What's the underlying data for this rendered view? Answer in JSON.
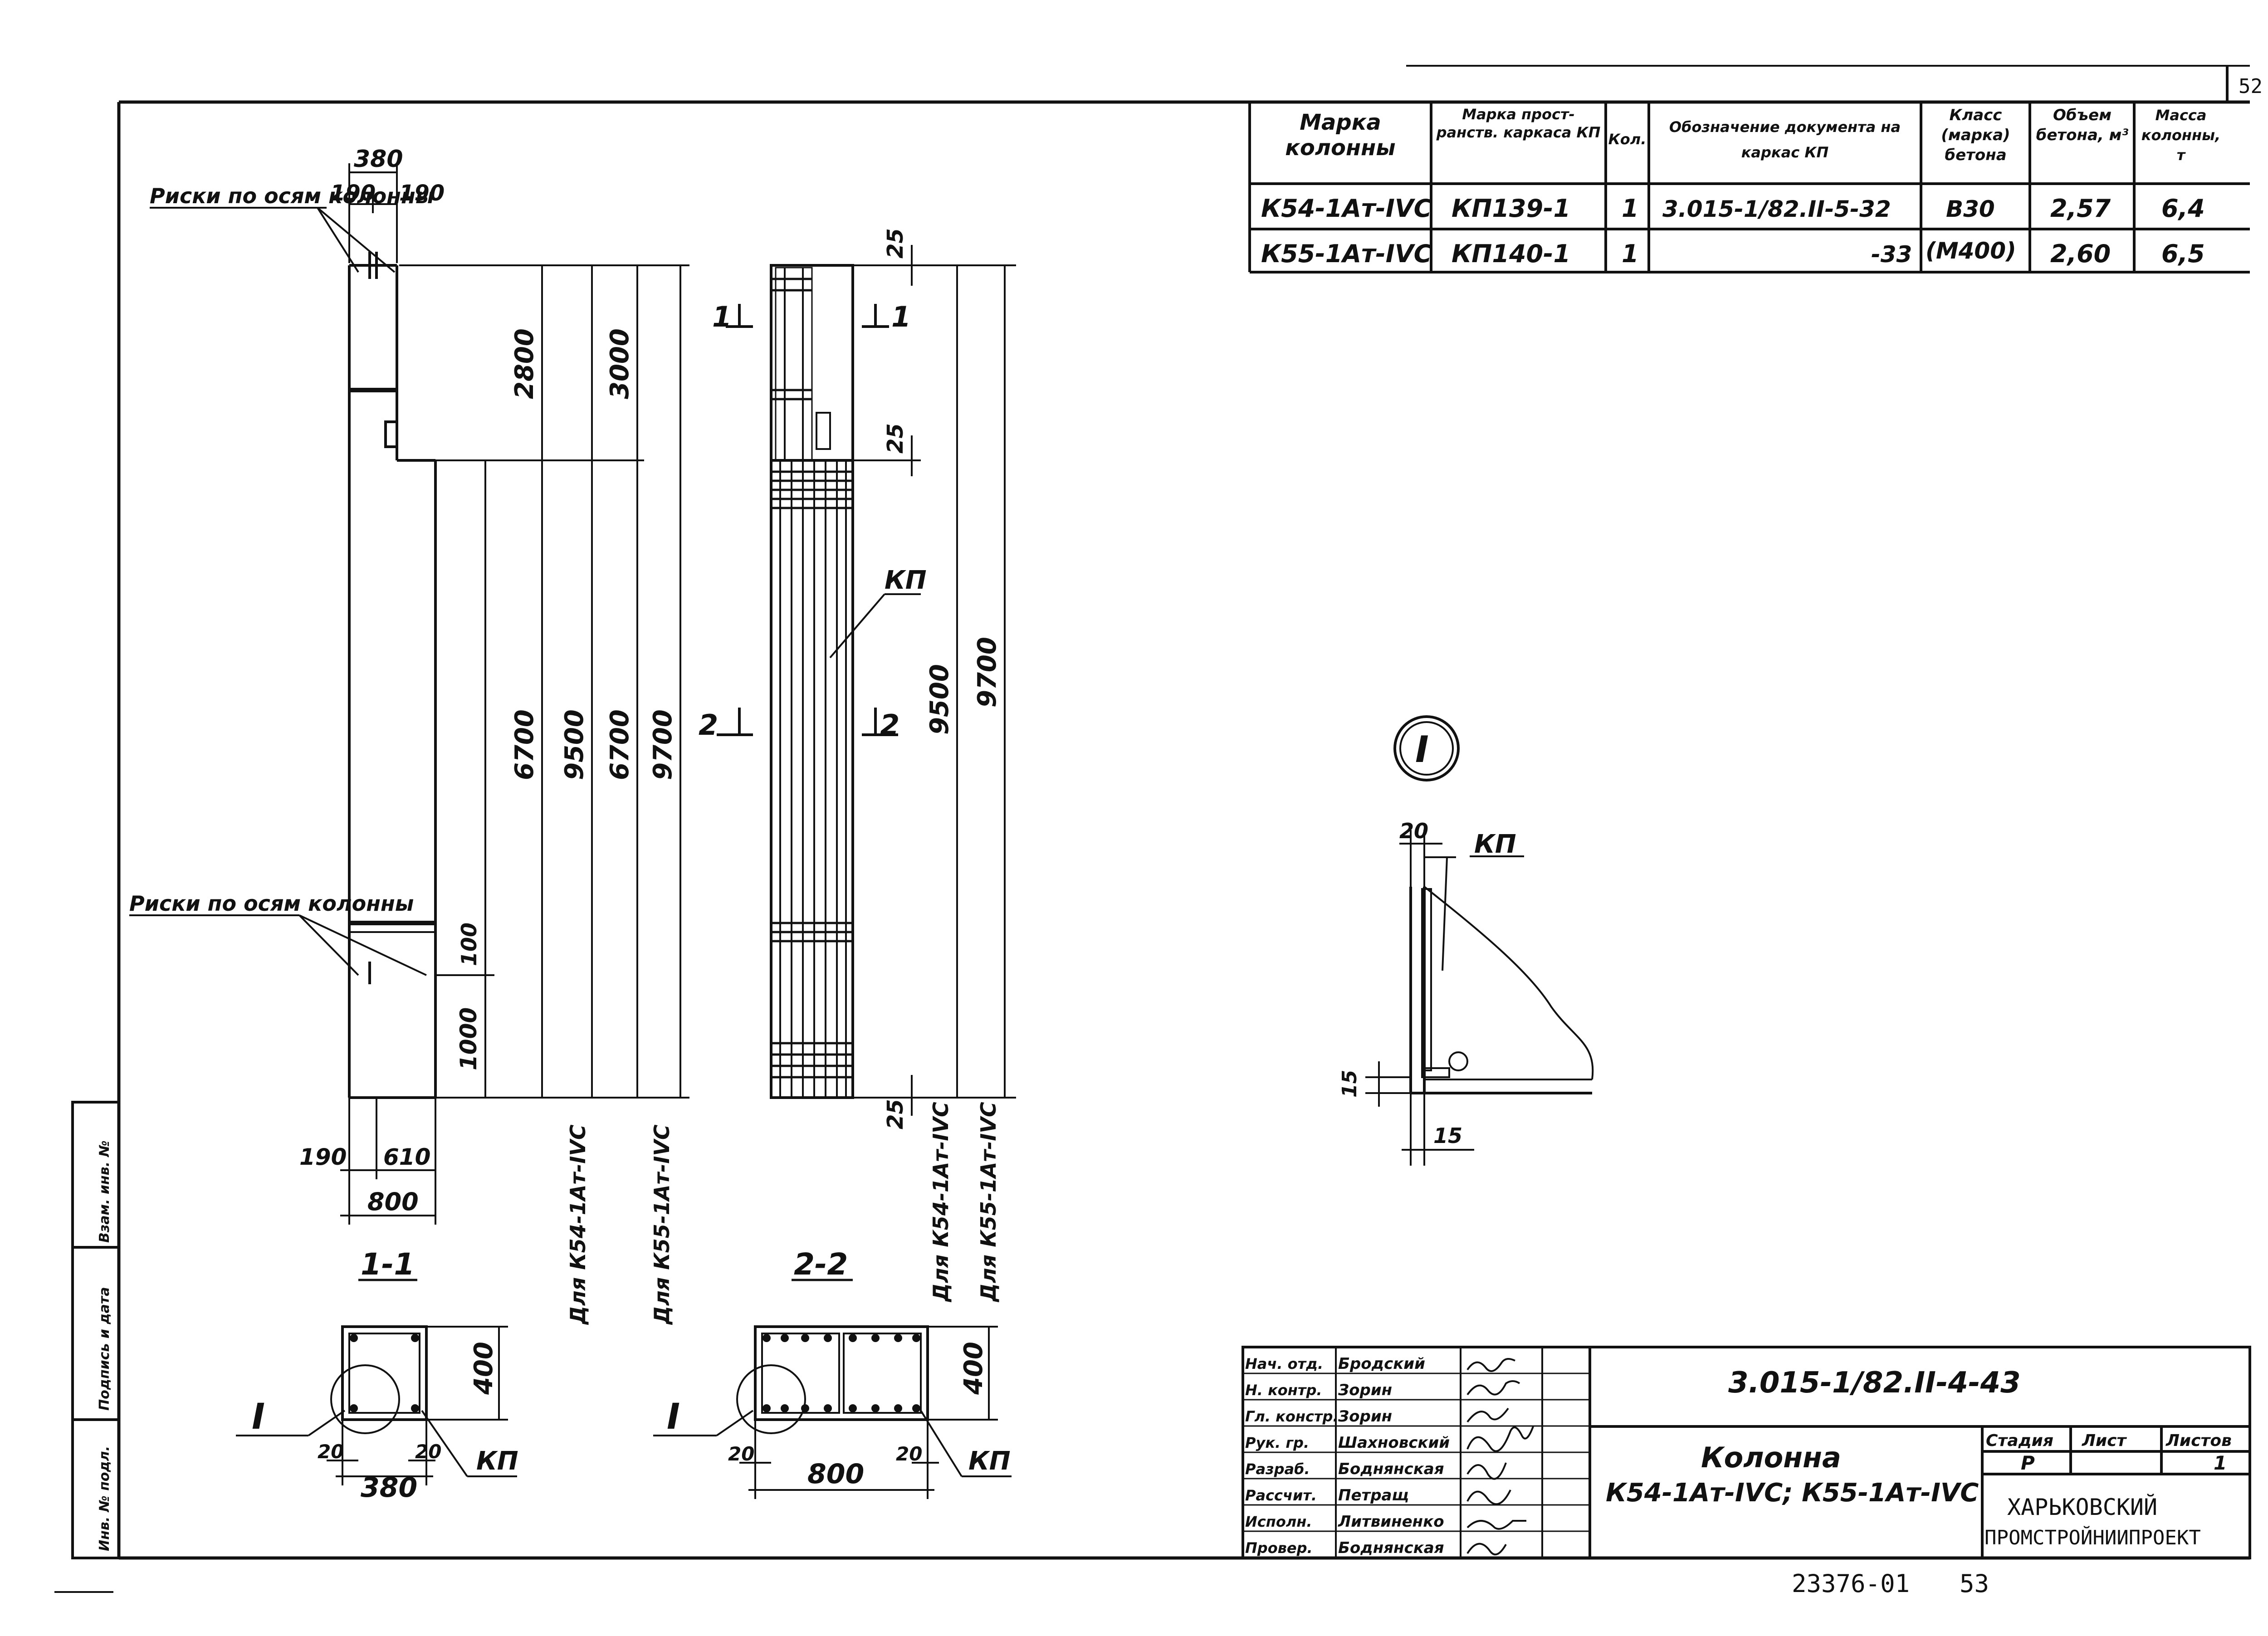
{
  "spec_table": {
    "headers": [
      "Марка колонны",
      "Марка прост-ранств. каркаса КП",
      "Кол.",
      "Обозначение документа на каркас КП",
      "Класс (марка) бетона",
      "Объем бетона, м³",
      "Масса колонны, т"
    ],
    "rows": [
      [
        "К54-1Ат-IVС",
        "КП139-1",
        "1",
        "3.015-1/82.II-5-32",
        "В30",
        "2,57",
        "6,4"
      ],
      [
        "К55-1Ат-IVС",
        "КП140-1",
        "1",
        "-33",
        "(М400)",
        "2,60",
        "6,5"
      ]
    ],
    "page_corner": "52"
  },
  "elevation": {
    "note_top": "Риски по осям колонны",
    "note_bottom": "Риски по осям колонны",
    "top_dims": [
      "380",
      "190",
      "190"
    ],
    "right_dims": [
      "2800",
      "3000",
      "6700",
      "9500",
      "6700",
      "9700",
      "100",
      "1000"
    ],
    "bottom_dims": [
      "190",
      "610",
      "800"
    ],
    "for_labels": [
      "Для К54-1Ат-IVС",
      "Для К55-1Ат-IVС"
    ]
  },
  "cage": {
    "section_marks": [
      "1",
      "1",
      "2",
      "2"
    ],
    "kp_label": "КП",
    "dims": [
      "25",
      "25",
      "9500",
      "9700",
      "25"
    ],
    "for_labels": [
      "Для К54-1Ат-IVС",
      "Для К55-1Ат-IVС"
    ]
  },
  "section_1": {
    "title": "1-1",
    "dims": [
      "400",
      "20",
      "20",
      "380"
    ],
    "kp_label": "КП",
    "node_mark": "I"
  },
  "section_2": {
    "title": "2-2",
    "dims": [
      "400",
      "20",
      "20",
      "800"
    ],
    "kp_label": "КП",
    "node_mark": "I"
  },
  "detail": {
    "mark": "I",
    "kp_label": "КП",
    "dims": [
      "20",
      "15",
      "15"
    ]
  },
  "left_stamp": [
    "Инв. № подл.",
    "Подпись и дата",
    "Взам. инв. №"
  ],
  "title_block": {
    "doc_code": "3.015-1/82.II-4-43",
    "roles": [
      "Нач. отд.",
      "Н. контр.",
      "Гл. констр.",
      "Рук. гр.",
      "Разраб.",
      "Рассчит.",
      "Исполн.",
      "Провер."
    ],
    "names": [
      "Бродский",
      "Зорин",
      "Зорин",
      "Шахновский",
      "Боднянская",
      "Петращ",
      "Литвиненко",
      "Боднянская"
    ],
    "title_line1": "Колонна",
    "title_line2": "К54-1Ат-IVС; К55-1Ат-IVС",
    "stage_label": "Стадия",
    "sheet_label": "Лист",
    "sheets_label": "Листов",
    "stage": "Р",
    "sheets": "1",
    "org_line1": "ХАРЬКОВСКИЙ",
    "org_line2": "ПРОМСТРОЙНИИПРОЕКТ"
  },
  "footer": {
    "archive_no": "23376-01",
    "page_no": "53"
  }
}
